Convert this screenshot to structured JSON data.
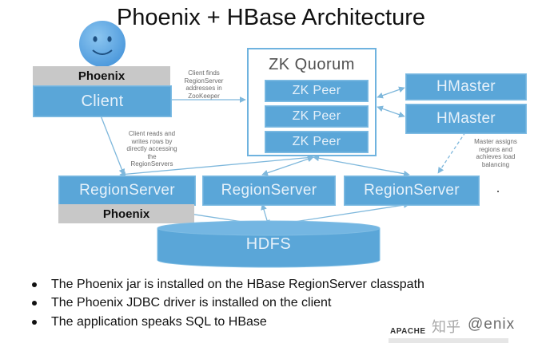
{
  "title": "Phoenix + HBase Architecture",
  "client": {
    "phoenix_label": "Phoenix",
    "client_label": "Client"
  },
  "zk": {
    "quorum_label": "ZK Quorum",
    "peers": [
      "ZK Peer",
      "ZK Peer",
      "ZK Peer"
    ]
  },
  "hmasters": [
    "HMaster",
    "HMaster"
  ],
  "region_servers": [
    "RegionServer",
    "RegionServer",
    "RegionServer"
  ],
  "region_phoenix_label": "Phoenix",
  "hdfs_label": "HDFS",
  "notes": {
    "client_finds": [
      "Client finds",
      "RegionServer",
      "addresses in",
      "ZooKeeper"
    ],
    "client_reads": [
      "Client reads and",
      "writes rows by",
      "directly accessing",
      "the",
      "RegionServers"
    ],
    "master_assigns": [
      "Master assigns",
      "regions and",
      "achieves load",
      "balancing"
    ]
  },
  "bullets": [
    "The Phoenix jar is installed on the HBase RegionServer classpath",
    "The Phoenix JDBC driver is installed on the client",
    "The application speaks SQL to HBase"
  ],
  "footer": {
    "apache": "APACHE",
    "watermark": "知乎",
    "logo": "@enix"
  },
  "colors": {
    "box_fill": "#5aa6d8",
    "box_text": "#e6f1fa",
    "label_fill": "#c8c8c8",
    "arrow": "#7fb8dc",
    "quorum_border": "#6fb3df",
    "smiley": "#5fa8e6"
  },
  "icons": {
    "user": "smiley-face-icon"
  }
}
